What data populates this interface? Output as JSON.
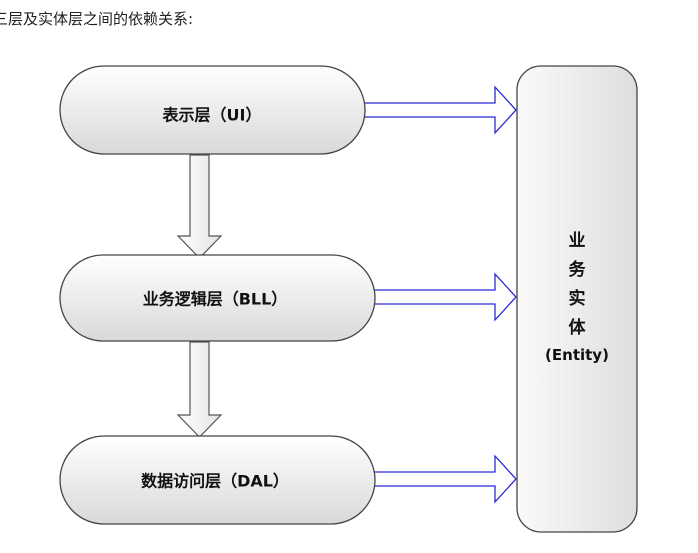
{
  "caption": "三层及实体层之间的依赖关系:",
  "layers": {
    "ui": {
      "label": "表示层（UI）"
    },
    "bll": {
      "label": "业务逻辑层（BLL）"
    },
    "dal": {
      "label": "数据访问层（DAL）"
    }
  },
  "entity": {
    "chars": [
      "业",
      "务",
      "实",
      "体"
    ],
    "english": "(Entity)"
  },
  "colors": {
    "node_fill_top": "#ffffff",
    "node_fill_bottom": "#dcdcdc",
    "node_stroke": "#444444",
    "arrow_blue": "#2b2bd6",
    "arrow_gray": "#555555"
  }
}
